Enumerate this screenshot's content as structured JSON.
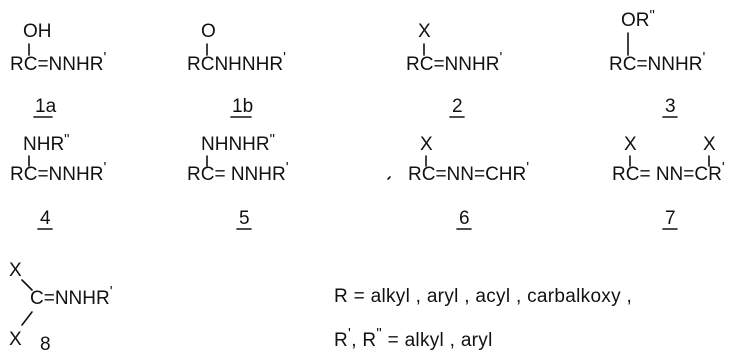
{
  "structures": [
    {
      "id": "1a",
      "top": "OH",
      "top_sup": "",
      "formula": "RC=NNHR",
      "formula_sup": "'",
      "label": "1a"
    },
    {
      "id": "1b",
      "top": "O",
      "top_sup": "",
      "formula": "RCNHNHR",
      "formula_sup": "'",
      "label": "1b"
    },
    {
      "id": "2",
      "top": "X",
      "top_sup": "",
      "formula": "RC=NNHR",
      "formula_sup": "'",
      "label": "2"
    },
    {
      "id": "3",
      "top": "OR",
      "top_sup": "\"",
      "formula": "RC=NNHR",
      "formula_sup": "'",
      "label": "3"
    },
    {
      "id": "4",
      "top": "NHR",
      "top_sup": "\"",
      "formula": "RC=NNHR",
      "formula_sup": "'",
      "label": "4"
    },
    {
      "id": "5",
      "top": "NHNHR",
      "top_sup": "\"",
      "formula": "RC= NNHR",
      "formula_sup": "'",
      "label": "5"
    },
    {
      "id": "6",
      "top": "X",
      "top_sup": "",
      "formula": "RC=NN=CHR",
      "formula_sup": "'",
      "label": "6"
    },
    {
      "id": "7",
      "top": "X",
      "top_sup": "",
      "top2": "X",
      "formula": "RC= NN=CR",
      "formula_sup": "'",
      "label": "7"
    },
    {
      "id": "8",
      "sub1": "X",
      "sub2": "X",
      "formula": "C=NNHR",
      "formula_sup": "'",
      "label": "8"
    }
  ],
  "legend": {
    "line1": "R = alkyl ,  aryl ,  acyl ,  carbalkoxy ,",
    "line2_pre": "R",
    "line2_sup1": "'",
    "line2_mid": ", R",
    "line2_sup2": "\"",
    "line2_post": " =  alkyl ,  aryl"
  }
}
